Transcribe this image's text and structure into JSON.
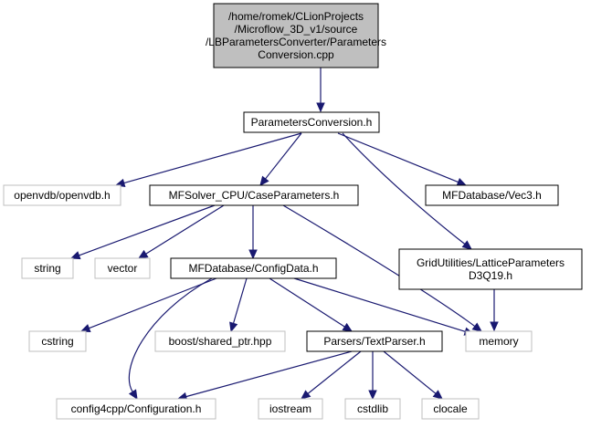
{
  "diagram": {
    "nodes": {
      "root": {
        "label_lines": [
          "/home/romek/CLionProjects",
          "/Microflow_3D_v1/source",
          "/LBParametersConverter/Parameters",
          "Conversion.cpp"
        ],
        "style": "root"
      },
      "params_h": {
        "label_lines": [
          "ParametersConversion.h"
        ],
        "style": "doc"
      },
      "openvdb": {
        "label_lines": [
          "openvdb/openvdb.h"
        ],
        "style": "missing"
      },
      "caseparams": {
        "label_lines": [
          "MFSolver_CPU/CaseParameters.h"
        ],
        "style": "doc"
      },
      "vec3": {
        "label_lines": [
          "MFDatabase/Vec3.h"
        ],
        "style": "doc"
      },
      "string": {
        "label_lines": [
          "string"
        ],
        "style": "missing"
      },
      "vector": {
        "label_lines": [
          "vector"
        ],
        "style": "missing"
      },
      "configdata": {
        "label_lines": [
          "MFDatabase/ConfigData.h"
        ],
        "style": "doc"
      },
      "lattice": {
        "label_lines": [
          "GridUtilities/LatticeParameters",
          "D3Q19.h"
        ],
        "style": "doc"
      },
      "cstring": {
        "label_lines": [
          "cstring"
        ],
        "style": "missing"
      },
      "shared_ptr": {
        "label_lines": [
          "boost/shared_ptr.hpp"
        ],
        "style": "missing"
      },
      "textparser": {
        "label_lines": [
          "Parsers/TextParser.h"
        ],
        "style": "doc"
      },
      "memory": {
        "label_lines": [
          "memory"
        ],
        "style": "missing"
      },
      "config4cpp": {
        "label_lines": [
          "config4cpp/Configuration.h"
        ],
        "style": "missing"
      },
      "iostream": {
        "label_lines": [
          "iostream"
        ],
        "style": "missing"
      },
      "cstdlib": {
        "label_lines": [
          "cstdlib"
        ],
        "style": "missing"
      },
      "clocale": {
        "label_lines": [
          "clocale"
        ],
        "style": "missing"
      }
    },
    "edges": [
      [
        "root",
        "params_h"
      ],
      [
        "params_h",
        "openvdb"
      ],
      [
        "params_h",
        "caseparams"
      ],
      [
        "params_h",
        "vec3"
      ],
      [
        "params_h",
        "lattice"
      ],
      [
        "caseparams",
        "string"
      ],
      [
        "caseparams",
        "vector"
      ],
      [
        "caseparams",
        "configdata"
      ],
      [
        "caseparams",
        "memory"
      ],
      [
        "configdata",
        "cstring"
      ],
      [
        "configdata",
        "shared_ptr"
      ],
      [
        "configdata",
        "textparser"
      ],
      [
        "configdata",
        "memory"
      ],
      [
        "configdata",
        "config4cpp"
      ],
      [
        "lattice",
        "memory"
      ],
      [
        "textparser",
        "config4cpp"
      ],
      [
        "textparser",
        "iostream"
      ],
      [
        "textparser",
        "cstdlib"
      ],
      [
        "textparser",
        "clocale"
      ]
    ],
    "colors": {
      "root_fill": "#bfbfbf",
      "root_border": "#000000",
      "doc_fill": "#ffffff",
      "doc_border": "#000000",
      "missing_fill": "#ffffff",
      "missing_border": "#bfbfbf",
      "edge": "#191970"
    }
  }
}
